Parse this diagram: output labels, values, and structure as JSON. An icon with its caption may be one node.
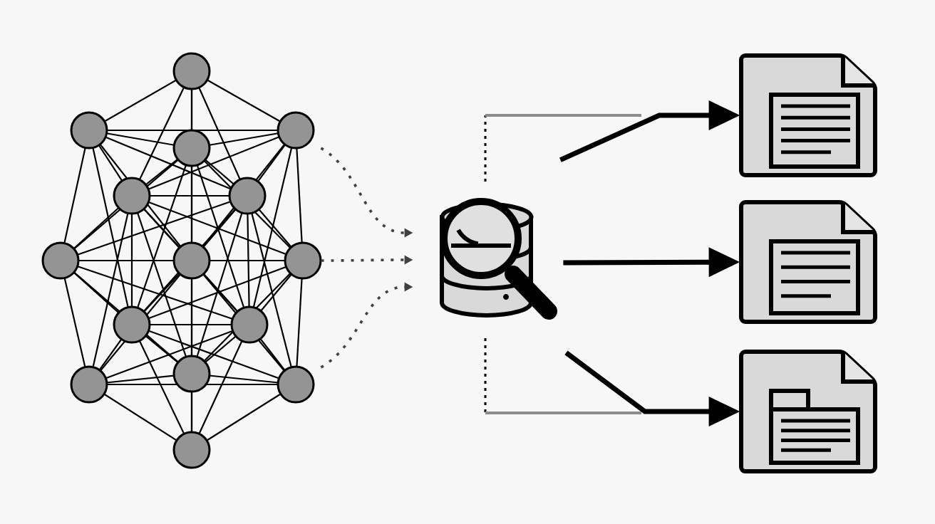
{
  "diagram": {
    "nodes": [
      {
        "text": [],
        "shape": "network"
      },
      {
        "text": [],
        "shape": "database"
      },
      {
        "text": [],
        "shape": "document"
      },
      {
        "text": [],
        "shape": "document"
      },
      {
        "text": [],
        "shape": "document"
      }
    ],
    "edges": [
      {
        "from": 0,
        "to": 1,
        "arrow": "to",
        "style": "dashed"
      },
      {
        "from": 0,
        "to": 1,
        "arrow": "to",
        "style": "dashed"
      },
      {
        "from": 0,
        "to": 1,
        "arrow": "to",
        "style": "dashed"
      },
      {
        "from": 1,
        "to": 2,
        "arrow": "to",
        "style": "thick"
      },
      {
        "from": 1,
        "to": 3,
        "arrow": "to",
        "style": "thick"
      },
      {
        "from": 1,
        "to": 4,
        "arrow": "to",
        "style": "thick"
      }
    ]
  }
}
